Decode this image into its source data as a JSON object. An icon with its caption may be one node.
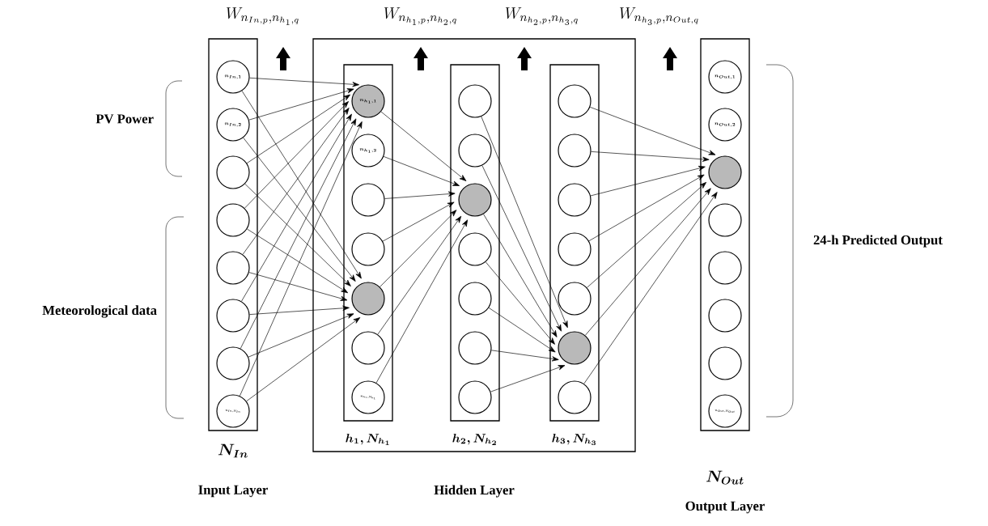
{
  "diagram": {
    "nodes": [
      {
        "text": [
          "N_{In}",
          "Input Layer"
        ]
      },
      {
        "text": [
          "n_{In,1}"
        ],
        "in": 0
      },
      {
        "text": [
          "n_{In,2}"
        ],
        "in": 0
      },
      {
        "text": [],
        "shape": "circle",
        "in": 0
      },
      {
        "text": [],
        "shape": "circle",
        "in": 0
      },
      {
        "text": [],
        "shape": "circle",
        "in": 0
      },
      {
        "text": [],
        "shape": "circle",
        "in": 0
      },
      {
        "text": [],
        "shape": "circle",
        "in": 0
      },
      {
        "text": [
          "n_{In,N_{In}}"
        ],
        "in": 0
      },
      {
        "text": [
          "Hidden Layer"
        ]
      },
      {
        "text": [
          "h_1, N_{h_1}"
        ],
        "in": 9
      },
      {
        "text": [
          "n_{h_1,1}"
        ],
        "in": 10
      },
      {
        "text": [
          "n_{h_1,2}"
        ],
        "in": 10
      },
      {
        "text": [],
        "shape": "circle",
        "in": 10
      },
      {
        "text": [],
        "shape": "circle",
        "in": 10
      },
      {
        "text": [],
        "shape": "circle",
        "in": 10
      },
      {
        "text": [],
        "shape": "circle",
        "in": 10
      },
      {
        "text": [
          "n_{h_1,N_{h_1}}"
        ],
        "in": 10
      },
      {
        "text": [
          "h_2, N_{h_2}"
        ],
        "in": 9
      },
      {
        "text": [],
        "shape": "circle",
        "in": 18
      },
      {
        "text": [],
        "shape": "circle",
        "in": 18
      },
      {
        "text": [],
        "shape": "circle",
        "in": 18
      },
      {
        "text": [],
        "shape": "circle",
        "in": 18
      },
      {
        "text": [],
        "shape": "circle",
        "in": 18
      },
      {
        "text": [],
        "shape": "circle",
        "in": 18
      },
      {
        "text": [],
        "shape": "circle",
        "in": 18
      },
      {
        "text": [
          "h_3, N_{h_3}"
        ],
        "in": 9
      },
      {
        "text": [],
        "shape": "circle",
        "in": 26
      },
      {
        "text": [],
        "shape": "circle",
        "in": 26
      },
      {
        "text": [],
        "shape": "circle",
        "in": 26
      },
      {
        "text": [],
        "shape": "circle",
        "in": 26
      },
      {
        "text": [],
        "shape": "circle",
        "in": 26
      },
      {
        "text": [],
        "shape": "circle",
        "in": 26
      },
      {
        "text": [],
        "shape": "circle",
        "in": 26
      },
      {
        "text": [
          "N_{Out}",
          "Output Layer"
        ]
      },
      {
        "text": [
          "n_{Out,1}"
        ],
        "in": 34
      },
      {
        "text": [
          "n_{Out,2}"
        ],
        "in": 34
      },
      {
        "text": [],
        "shape": "circle",
        "in": 34
      },
      {
        "text": [],
        "shape": "circle",
        "in": 34
      },
      {
        "text": [],
        "shape": "circle",
        "in": 34
      },
      {
        "text": [],
        "shape": "circle",
        "in": 34
      },
      {
        "text": [],
        "shape": "circle",
        "in": 34
      },
      {
        "text": [
          "n_{Out,N_{Out}}"
        ],
        "in": 34
      }
    ],
    "edges": [
      {
        "from": 1,
        "to": 11,
        "arrow": "to"
      },
      {
        "from": 2,
        "to": 11,
        "arrow": "to"
      },
      {
        "from": 3,
        "to": 11,
        "arrow": "to"
      },
      {
        "from": 4,
        "to": 11,
        "arrow": "to"
      },
      {
        "from": 5,
        "to": 11,
        "arrow": "to"
      },
      {
        "from": 6,
        "to": 11,
        "arrow": "to"
      },
      {
        "from": 7,
        "to": 11,
        "arrow": "to"
      },
      {
        "from": 8,
        "to": 11,
        "arrow": "to"
      },
      {
        "from": 1,
        "to": 15,
        "arrow": "to"
      },
      {
        "from": 2,
        "to": 15,
        "arrow": "to"
      },
      {
        "from": 3,
        "to": 15,
        "arrow": "to"
      },
      {
        "from": 4,
        "to": 15,
        "arrow": "to"
      },
      {
        "from": 5,
        "to": 15,
        "arrow": "to"
      },
      {
        "from": 6,
        "to": 15,
        "arrow": "to"
      },
      {
        "from": 7,
        "to": 15,
        "arrow": "to"
      },
      {
        "from": 8,
        "to": 15,
        "arrow": "to"
      },
      {
        "from": 11,
        "to": 21,
        "arrow": "to"
      },
      {
        "from": 12,
        "to": 21,
        "arrow": "to"
      },
      {
        "from": 13,
        "to": 21,
        "arrow": "to"
      },
      {
        "from": 14,
        "to": 21,
        "arrow": "to"
      },
      {
        "from": 15,
        "to": 21,
        "arrow": "to"
      },
      {
        "from": 16,
        "to": 21,
        "arrow": "to"
      },
      {
        "from": 17,
        "to": 21,
        "arrow": "to"
      },
      {
        "from": 19,
        "to": 32,
        "arrow": "to"
      },
      {
        "from": 20,
        "to": 32,
        "arrow": "to"
      },
      {
        "from": 21,
        "to": 32,
        "arrow": "to"
      },
      {
        "from": 22,
        "to": 32,
        "arrow": "to"
      },
      {
        "from": 23,
        "to": 32,
        "arrow": "to"
      },
      {
        "from": 24,
        "to": 32,
        "arrow": "to"
      },
      {
        "from": 25,
        "to": 32,
        "arrow": "to"
      },
      {
        "from": 27,
        "to": 37,
        "arrow": "to"
      },
      {
        "from": 28,
        "to": 37,
        "arrow": "to"
      },
      {
        "from": 29,
        "to": 37,
        "arrow": "to"
      },
      {
        "from": 30,
        "to": 37,
        "arrow": "to"
      },
      {
        "from": 31,
        "to": 37,
        "arrow": "to"
      },
      {
        "from": 32,
        "to": 37,
        "arrow": "to"
      },
      {
        "from": 33,
        "to": 37,
        "arrow": "to"
      }
    ],
    "labels": [
      "W_{n_{In,p},n_{h_1,q}}",
      "W_{n_{h_1,p},n_{h_2,q}}",
      "W_{n_{h_2,p},n_{h_3,q}}",
      "W_{n_{h_3,p},n_{Out,q}}",
      "PV Power",
      "Meteorological data",
      "24-h Predicted Output"
    ]
  }
}
